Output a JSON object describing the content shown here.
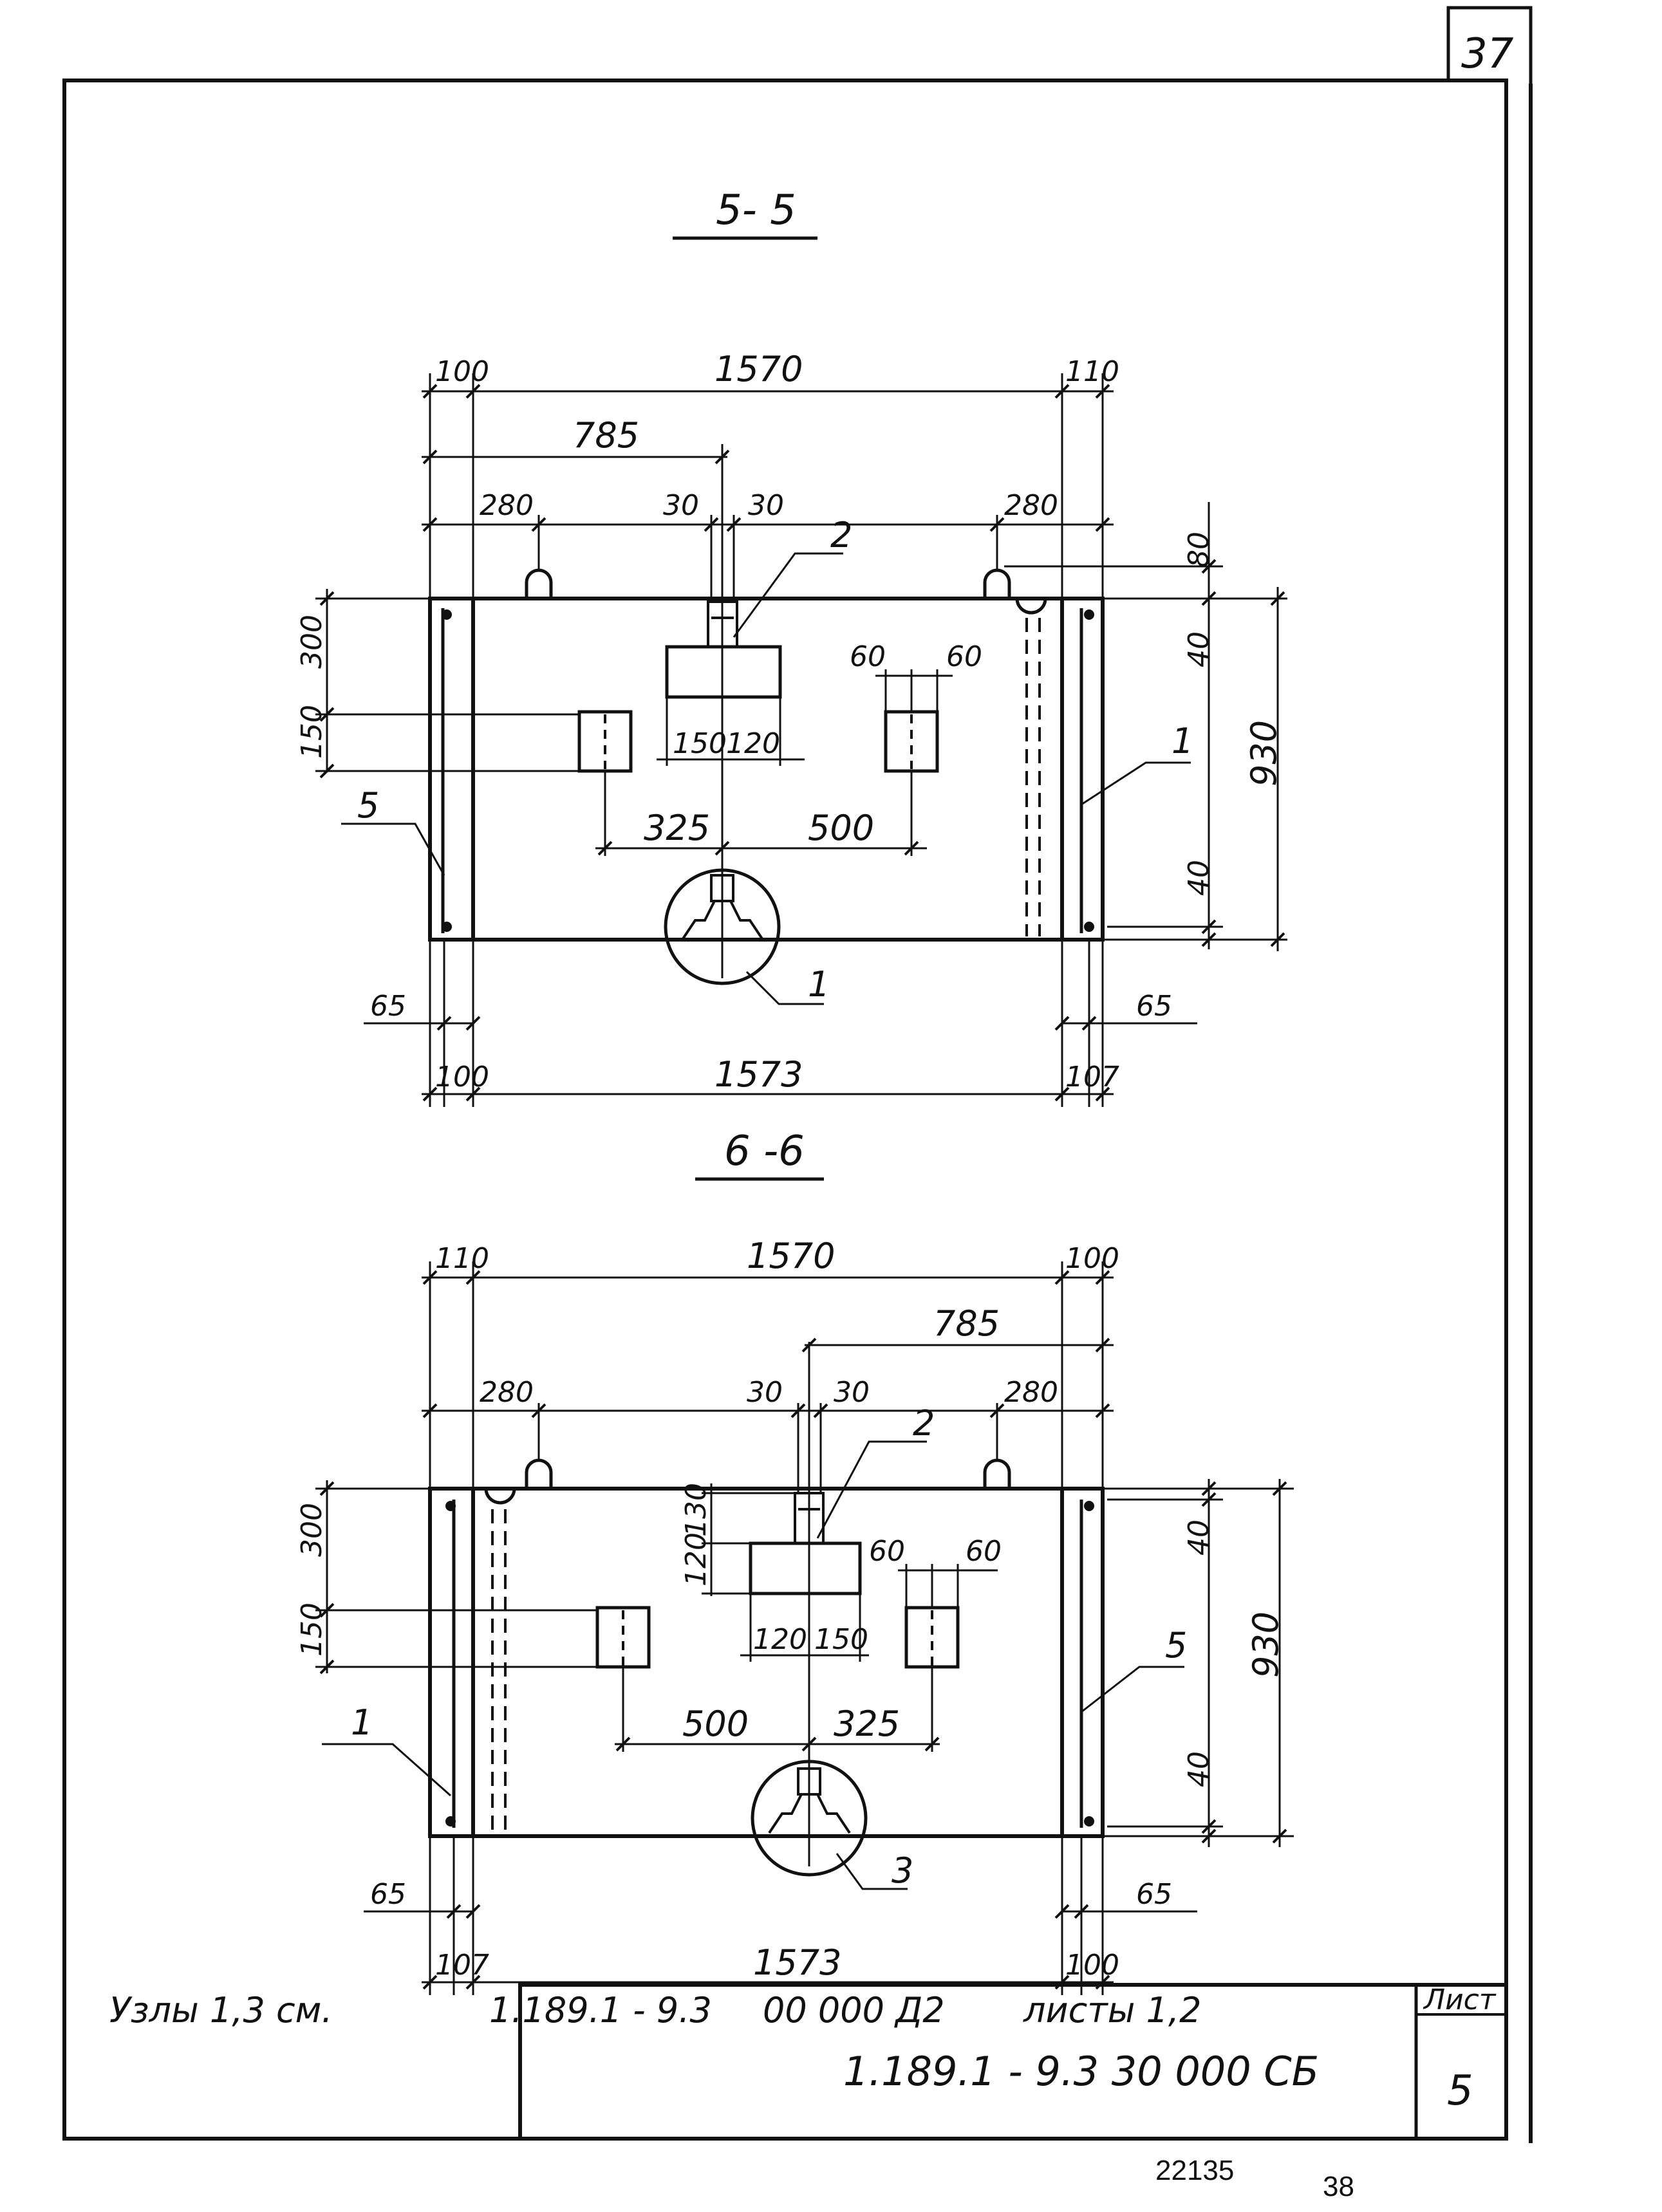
{
  "sheet": {
    "corner_number": "37",
    "bottom_left_number": "22135",
    "bottom_right_number": "38"
  },
  "section_55": {
    "title": "5- 5",
    "dims": {
      "top_left": "100",
      "top_total": "1570",
      "top_right": "110",
      "half": "785",
      "left_loop": "280",
      "pad_left": "30",
      "pad_right": "30",
      "right_loop": "280",
      "loop_height": "80",
      "height_total": "930",
      "top_cover": "40",
      "bottom_cover": "40",
      "left_upper": "300",
      "left_lower": "150",
      "cleat_gap_left": "60",
      "cleat_gap_right": "60",
      "plate_left": "150",
      "plate_right": "120",
      "offset_left": "325",
      "offset_right": "500",
      "bottom_left_edge": "65",
      "bottom_right_edge": "65",
      "bottom_left": "100",
      "bottom_total": "1573",
      "bottom_right": "107"
    },
    "callouts": {
      "bar": "1",
      "pad": "2",
      "node": "1",
      "angle": "5"
    }
  },
  "section_66": {
    "title": "6 -6",
    "dims": {
      "top_left": "110",
      "top_total": "1570",
      "top_right": "100",
      "half": "785",
      "left_loop": "280",
      "pad_left": "30",
      "pad_right": "30",
      "right_loop": "280",
      "height_total": "930",
      "top_cover": "40",
      "bottom_cover": "40",
      "left_upper": "300",
      "left_lower": "150",
      "pad_height_upper": "130",
      "pad_height_lower": "120",
      "cleat_gap_left": "60",
      "cleat_gap_right": "60",
      "plate_left": "120",
      "plate_right": "150",
      "offset_left": "500",
      "offset_right": "325",
      "bottom_left_edge": "65",
      "bottom_right_edge": "65",
      "bottom_left": "107",
      "bottom_total": "1573",
      "bottom_right": "100"
    },
    "callouts": {
      "bar": "1",
      "pad": "2",
      "node": "3",
      "angle": "5"
    }
  },
  "note": {
    "prefix": "Узлы 1,3 см.",
    "reference": "1.189.1 - 9.3",
    "code": "00 000 Д2",
    "suffix": "листы 1,2"
  },
  "stamp": {
    "document_code": "1.189.1 - 9.3   30 000 СБ",
    "sheet_label": "Лист",
    "sheet_number": "5"
  }
}
